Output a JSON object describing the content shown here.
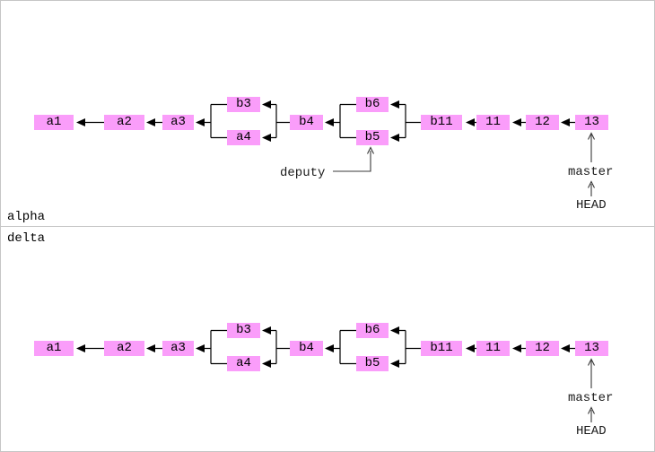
{
  "diagram": {
    "type": "git-commit-dag",
    "description": "Two identical git commit graphs in repositories alpha and delta",
    "colors": {
      "node_fill": "#FA9DFA",
      "edge": "#000000",
      "ref": "#3A3A3A",
      "frame": "#C6C6C6"
    },
    "panels": [
      {
        "label": "alpha",
        "commits": [
          "a1",
          "a2",
          "a3",
          "b3",
          "a4",
          "b4",
          "b6",
          "b5",
          "b11",
          "11",
          "12",
          "13"
        ],
        "edges": [
          [
            "a2",
            "a1"
          ],
          [
            "a3",
            "a2"
          ],
          [
            "b3",
            "a3"
          ],
          [
            "a4",
            "a3"
          ],
          [
            "b4",
            "b3"
          ],
          [
            "b4",
            "a4"
          ],
          [
            "b6",
            "b4"
          ],
          [
            "b5",
            "b4"
          ],
          [
            "b11",
            "b6"
          ],
          [
            "b11",
            "b5"
          ],
          [
            "11",
            "b11"
          ],
          [
            "12",
            "11"
          ],
          [
            "13",
            "12"
          ]
        ],
        "refs": [
          {
            "name": "deputy",
            "points_to": "b5"
          },
          {
            "name": "master",
            "points_to": "13"
          },
          {
            "name": "HEAD",
            "points_to": "master"
          }
        ]
      },
      {
        "label": "delta",
        "commits": [
          "a1",
          "a2",
          "a3",
          "b3",
          "a4",
          "b4",
          "b6",
          "b5",
          "b11",
          "11",
          "12",
          "13"
        ],
        "edges": [
          [
            "a2",
            "a1"
          ],
          [
            "a3",
            "a2"
          ],
          [
            "b3",
            "a3"
          ],
          [
            "a4",
            "a3"
          ],
          [
            "b4",
            "b3"
          ],
          [
            "b4",
            "a4"
          ],
          [
            "b6",
            "b4"
          ],
          [
            "b5",
            "b4"
          ],
          [
            "b11",
            "b6"
          ],
          [
            "b11",
            "b5"
          ],
          [
            "11",
            "b11"
          ],
          [
            "12",
            "11"
          ],
          [
            "13",
            "12"
          ]
        ],
        "refs": [
          {
            "name": "master",
            "points_to": "13"
          },
          {
            "name": "HEAD",
            "points_to": "master"
          }
        ]
      }
    ]
  }
}
